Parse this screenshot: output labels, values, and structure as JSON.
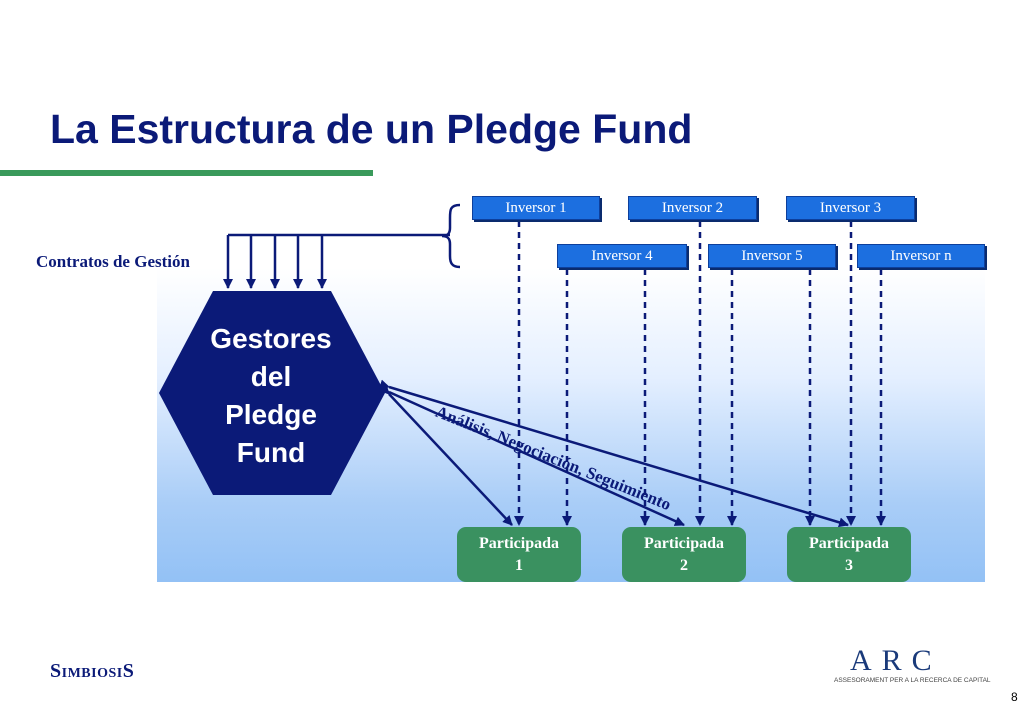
{
  "title": "La Estructura de un Pledge Fund",
  "contratos_label": "Contratos de Gestión",
  "gestores_label": "Gestores del Pledge Fund",
  "gestores_lines": [
    "Gestores",
    "del",
    "Pledge",
    "Fund"
  ],
  "diagonal_label": "Análisis, Negociación, Seguimiento",
  "investors": [
    "Inversor 1",
    "Inversor 2",
    "Inversor 3",
    "Inversor 4",
    "Inversor 5",
    "Inversor n"
  ],
  "participadas": [
    {
      "line1": "Participada",
      "line2": "1"
    },
    {
      "line1": "Participada",
      "line2": "2"
    },
    {
      "line1": "Participada",
      "line2": "3"
    }
  ],
  "footer_brand": "SimbiosiS",
  "logo": {
    "letters": "ARC",
    "subtitle": "ASSESORAMENT PER A LA RECERCA DE CAPITAL"
  },
  "page_number": "8",
  "colors": {
    "title": "#0b1a78",
    "accent_green": "#3a9a5b",
    "investor_box": "#1c6fe0",
    "participada_box": "#3a9160",
    "hexagon": "#0b1a78"
  }
}
